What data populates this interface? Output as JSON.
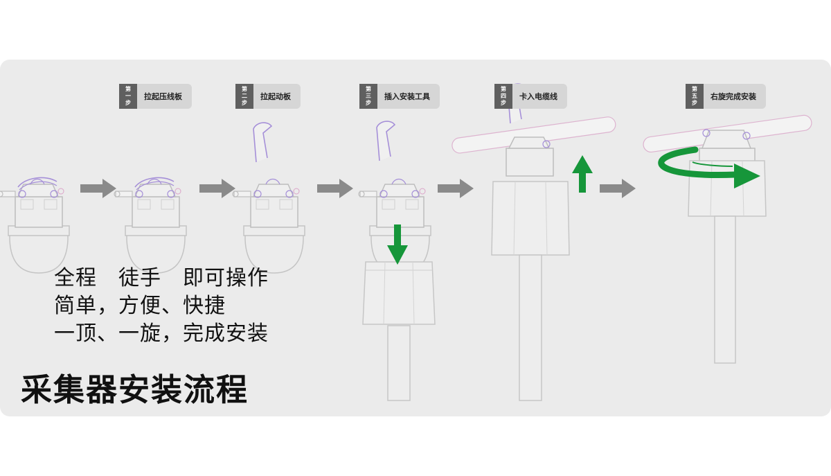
{
  "steps": [
    {
      "num_top": "第",
      "num_mid": "一",
      "num_bot": "步",
      "label": "拉起压线板"
    },
    {
      "num_top": "第",
      "num_mid": "二",
      "num_bot": "步",
      "label": "拉起动板"
    },
    {
      "num_top": "第",
      "num_mid": "三",
      "num_bot": "步",
      "label": "插入安装工具"
    },
    {
      "num_top": "第",
      "num_mid": "四",
      "num_bot": "步",
      "label": "卡入电缆线"
    },
    {
      "num_top": "第",
      "num_mid": "五",
      "num_bot": "步",
      "label": "右旋完成安装"
    }
  ],
  "features": [
    "全程　徒手　即可操作",
    "简单，方便、快捷",
    "一顶、一旋，完成安装"
  ],
  "title": "采集器安装流程",
  "colors": {
    "panel": "#ebebeb",
    "step_arrow": "#8a8a8a",
    "action_arrow": "#16963a",
    "line_art": "#c4c4c4",
    "highlight": "#a58fd8"
  }
}
